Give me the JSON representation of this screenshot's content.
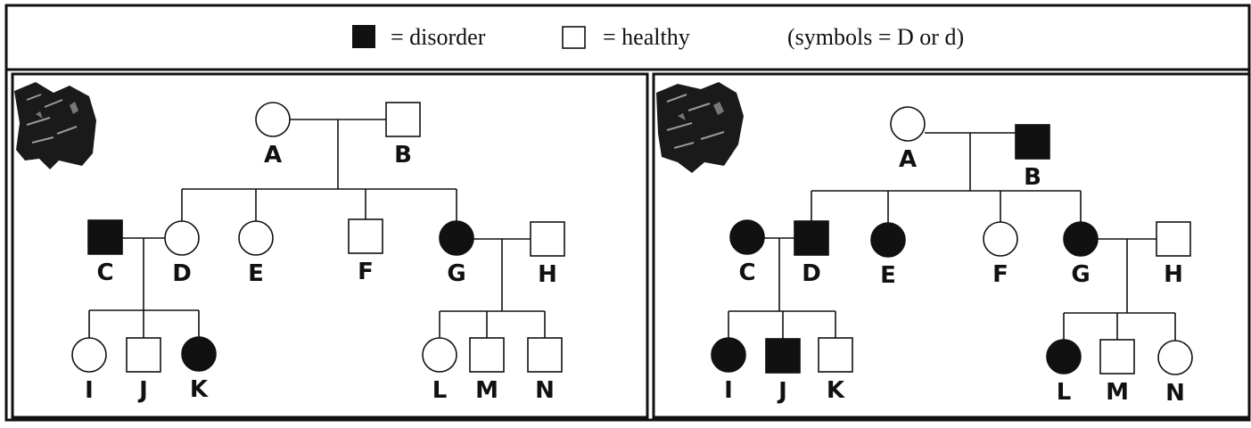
{
  "legend": {
    "disorder_label": "= disorder",
    "healthy_label": "= healthy",
    "note": "(symbols = D or d)"
  },
  "colors": {
    "affected": "#111111",
    "healthy": "#ffffff",
    "line": "#111111"
  },
  "pedigrees": [
    {
      "id": "pedigree-1",
      "badge_icon": "stamp-1-icon",
      "individuals": [
        {
          "id": "A",
          "sex": "female",
          "affected": false
        },
        {
          "id": "B",
          "sex": "male",
          "affected": false
        },
        {
          "id": "C",
          "sex": "male",
          "affected": true
        },
        {
          "id": "D",
          "sex": "female",
          "affected": false
        },
        {
          "id": "E",
          "sex": "female",
          "affected": false
        },
        {
          "id": "F",
          "sex": "male",
          "affected": false
        },
        {
          "id": "G",
          "sex": "female",
          "affected": true
        },
        {
          "id": "H",
          "sex": "male",
          "affected": false
        },
        {
          "id": "I",
          "sex": "female",
          "affected": false
        },
        {
          "id": "J",
          "sex": "male",
          "affected": false
        },
        {
          "id": "K",
          "sex": "female",
          "affected": true
        },
        {
          "id": "L",
          "sex": "female",
          "affected": false
        },
        {
          "id": "M",
          "sex": "male",
          "affected": false
        },
        {
          "id": "N",
          "sex": "male",
          "affected": false
        }
      ],
      "matings": [
        {
          "parents": [
            "A",
            "B"
          ],
          "children": [
            "D",
            "E",
            "F",
            "G"
          ]
        },
        {
          "parents": [
            "C",
            "D"
          ],
          "children": [
            "I",
            "J",
            "K"
          ]
        },
        {
          "parents": [
            "G",
            "H"
          ],
          "children": [
            "L",
            "M",
            "N"
          ]
        }
      ]
    },
    {
      "id": "pedigree-2",
      "badge_icon": "stamp-2-icon",
      "individuals": [
        {
          "id": "A",
          "sex": "female",
          "affected": false
        },
        {
          "id": "B",
          "sex": "male",
          "affected": true
        },
        {
          "id": "C",
          "sex": "female",
          "affected": true
        },
        {
          "id": "D",
          "sex": "male",
          "affected": true
        },
        {
          "id": "E",
          "sex": "female",
          "affected": true
        },
        {
          "id": "F",
          "sex": "female",
          "affected": false
        },
        {
          "id": "G",
          "sex": "female",
          "affected": true
        },
        {
          "id": "H",
          "sex": "male",
          "affected": false
        },
        {
          "id": "I",
          "sex": "female",
          "affected": true
        },
        {
          "id": "J",
          "sex": "male",
          "affected": true
        },
        {
          "id": "K",
          "sex": "male",
          "affected": false
        },
        {
          "id": "L",
          "sex": "female",
          "affected": true
        },
        {
          "id": "M",
          "sex": "male",
          "affected": false
        },
        {
          "id": "N",
          "sex": "female",
          "affected": false
        }
      ],
      "matings": [
        {
          "parents": [
            "A",
            "B"
          ],
          "children": [
            "D",
            "E",
            "F",
            "G"
          ]
        },
        {
          "parents": [
            "C",
            "D"
          ],
          "children": [
            "I",
            "J",
            "K"
          ]
        },
        {
          "parents": [
            "G",
            "H"
          ],
          "children": [
            "L",
            "M",
            "N"
          ]
        }
      ]
    }
  ]
}
